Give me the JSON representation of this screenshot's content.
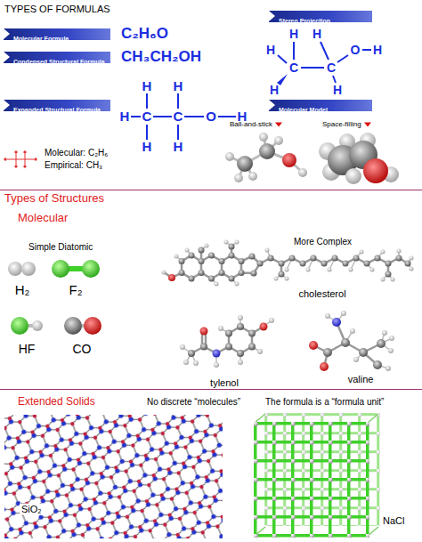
{
  "diagram": {
    "title": "TYPES OF FORMULAS",
    "nodes": [
      {
        "text": [
          "Stereo Projection"
        ]
      },
      {
        "text": [
          "Molecular Formula"
        ]
      },
      {
        "text": [
          "Condensed Structural Formula"
        ]
      },
      {
        "text": [
          "Expanded Structural Formula"
        ]
      },
      {
        "text": [
          "Molecular Model"
        ]
      }
    ],
    "labels": [
      "C₂H₆O",
      "CH₃CH₂OH",
      "H",
      "H",
      "H",
      "C",
      "C",
      "O",
      "H",
      "H",
      "H",
      "H",
      "H",
      "H",
      "O",
      "H",
      "C",
      "C",
      "H",
      "H",
      "Ball-and-stick",
      "Space-filling",
      "Molecular: C₂H₆",
      "Empirical: CH₃",
      "Types of Structures",
      "Molecular",
      "Simple Diatomic",
      "More Complex",
      "H₂",
      "F₂",
      "HF",
      "CO",
      "cholesterol",
      "tylenol",
      "valine",
      "Extended Solids",
      "No discrete “molecules”",
      "The formula is a “formula unit”",
      "SiO₂",
      "NaCl"
    ]
  }
}
